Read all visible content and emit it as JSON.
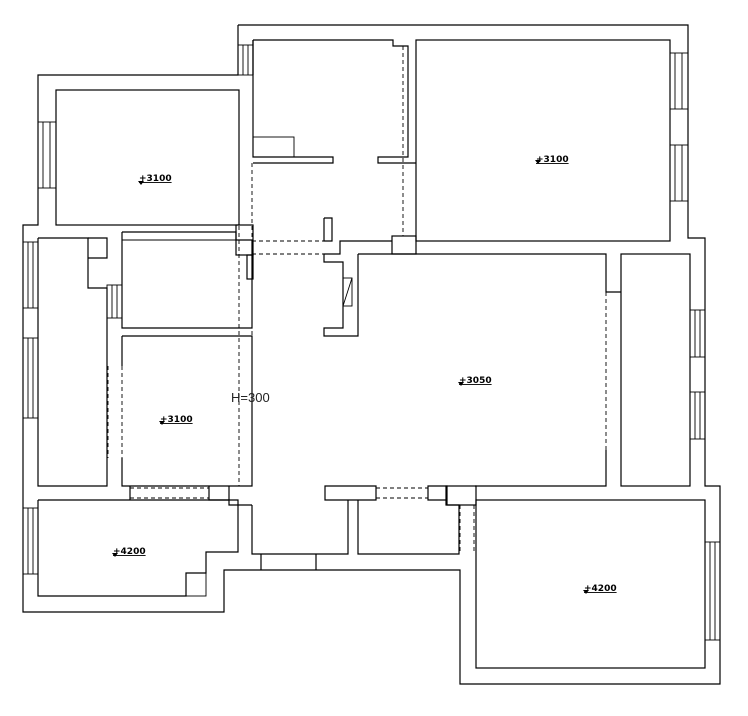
{
  "drawing": {
    "elevations": [
      {
        "id": "bedroom-nw",
        "label": "+3100"
      },
      {
        "id": "bedroom-ne",
        "label": "+3100"
      },
      {
        "id": "living-room",
        "label": "+3050"
      },
      {
        "id": "room-west",
        "label": "+3100"
      },
      {
        "id": "room-sw",
        "label": "+4200"
      },
      {
        "id": "room-se",
        "label": "+4200"
      }
    ],
    "height_note": "H=300"
  }
}
